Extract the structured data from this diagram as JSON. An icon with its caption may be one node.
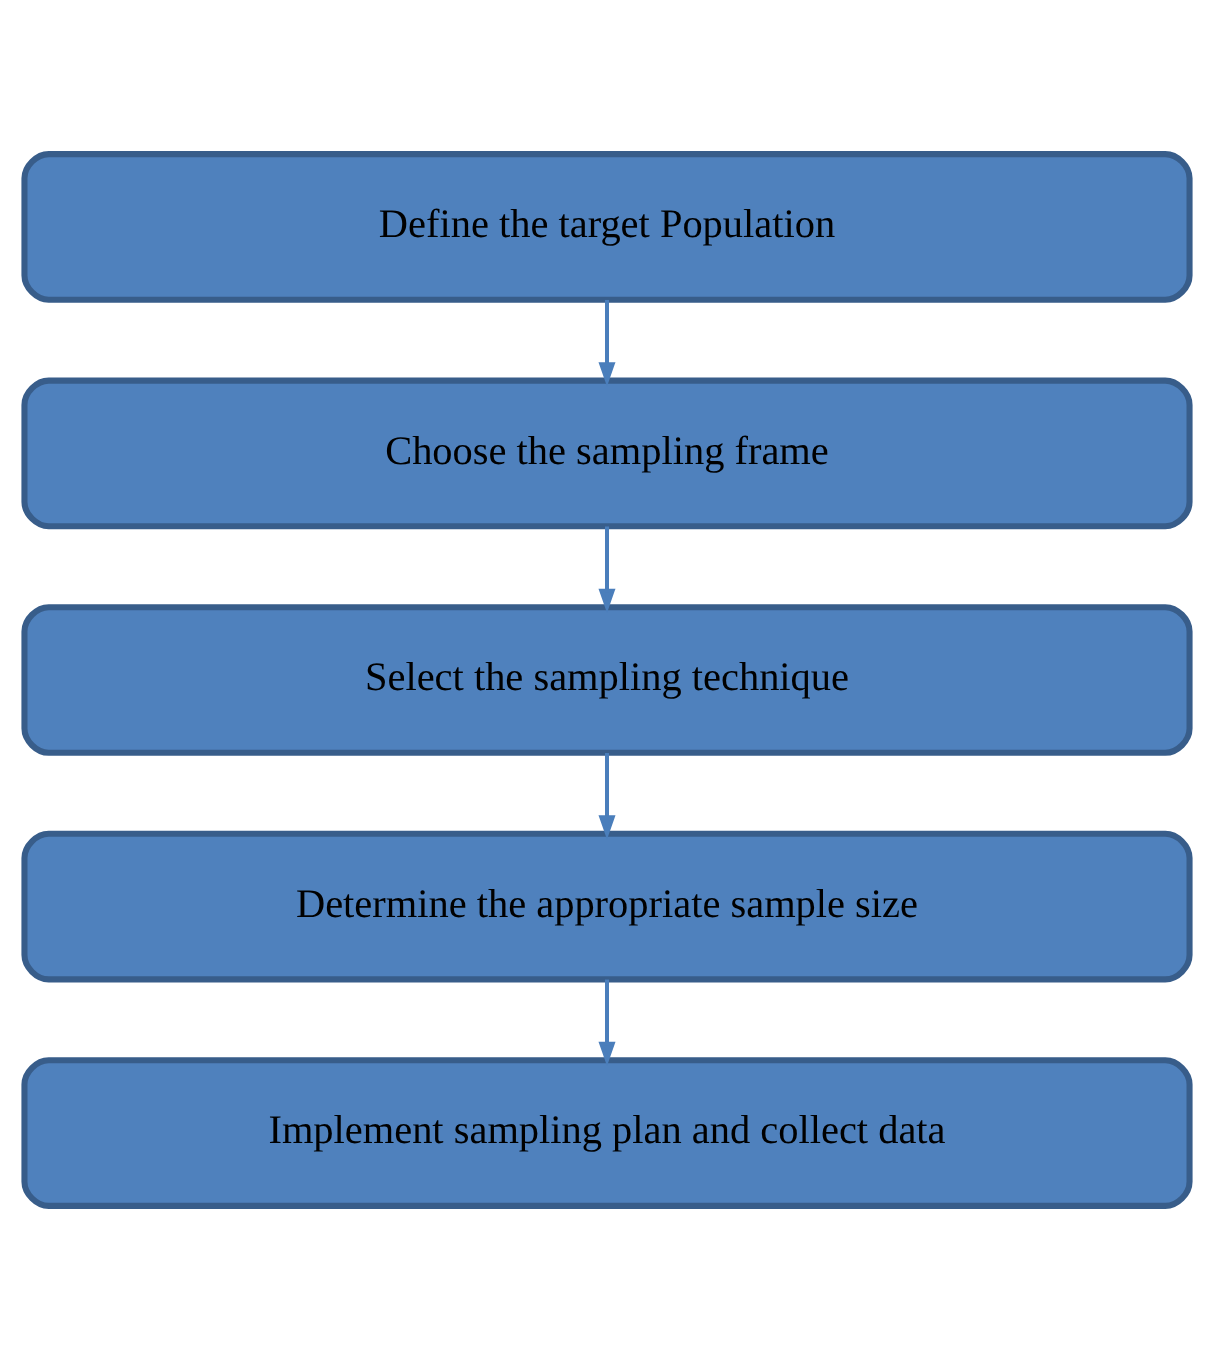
{
  "diagram": {
    "nodes": [
      {
        "text": [
          "Define the target Population"
        ]
      },
      {
        "text": [
          "Choose the sampling frame"
        ]
      },
      {
        "text": [
          "Select the sampling technique"
        ]
      },
      {
        "text": [
          "Determine the appropriate sample size"
        ]
      },
      {
        "text": [
          "Implement sampling plan and collect data"
        ]
      }
    ],
    "edges": [
      {
        "from": 0,
        "to": 1,
        "arrow": "to"
      },
      {
        "from": 1,
        "to": 2,
        "arrow": "to"
      },
      {
        "from": 2,
        "to": 3,
        "arrow": "to"
      },
      {
        "from": 3,
        "to": 4,
        "arrow": "to"
      }
    ]
  }
}
